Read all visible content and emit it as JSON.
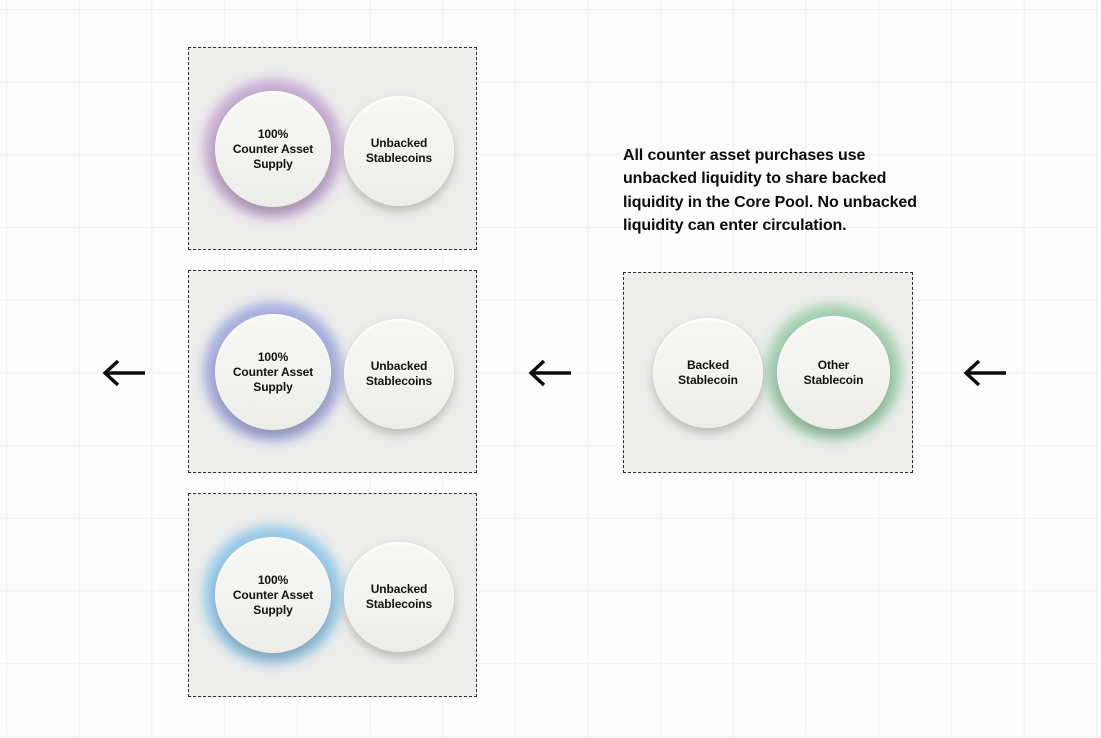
{
  "canvas": {
    "background_color": "#fcfcfc",
    "grid_line_color": "#f1f1f3"
  },
  "note": {
    "lines": [
      "All counter asset purchases use",
      "unbacked liquidity to share backed",
      "liquidity in the Core Pool. No unbacked",
      "liquidity can enter circulation."
    ]
  },
  "groups": [
    {
      "name": "counter-asset-pool-top",
      "glow_color": "#c9afd4",
      "circles": [
        {
          "label_lines": [
            "100%",
            "Counter Asset",
            "Supply"
          ],
          "highlighted": true
        },
        {
          "label_lines": [
            "Unbacked",
            "Stablecoins"
          ],
          "highlighted": false
        }
      ]
    },
    {
      "name": "counter-asset-pool-middle",
      "glow_color": "#abb1e0",
      "circles": [
        {
          "label_lines": [
            "100%",
            "Counter Asset",
            "Supply"
          ],
          "highlighted": true
        },
        {
          "label_lines": [
            "Unbacked",
            "Stablecoins"
          ],
          "highlighted": false
        }
      ]
    },
    {
      "name": "counter-asset-pool-bottom",
      "glow_color": "#9ccbe9",
      "circles": [
        {
          "label_lines": [
            "100%",
            "Counter Asset",
            "Supply"
          ],
          "highlighted": true
        },
        {
          "label_lines": [
            "Unbacked",
            "Stablecoins"
          ],
          "highlighted": false
        }
      ]
    },
    {
      "name": "core-pool",
      "glow_color": "#a6d1b5",
      "circles": [
        {
          "label_lines": [
            "Backed",
            "Stablecoin"
          ],
          "highlighted": false
        },
        {
          "label_lines": [
            "Other",
            "Stablecoin"
          ],
          "highlighted": true
        }
      ]
    }
  ],
  "arrows": [
    {
      "name": "flow-arrow-outer-left",
      "direction": "left"
    },
    {
      "name": "flow-arrow-middle",
      "direction": "left"
    },
    {
      "name": "flow-arrow-right",
      "direction": "left"
    }
  ],
  "colors": {
    "arrow": "#0b0b0b",
    "box_fill": "#ececeb",
    "box_border": "#2f2f2f",
    "circle_fill": "#f3f3f0",
    "text": "#0c0c0c"
  }
}
